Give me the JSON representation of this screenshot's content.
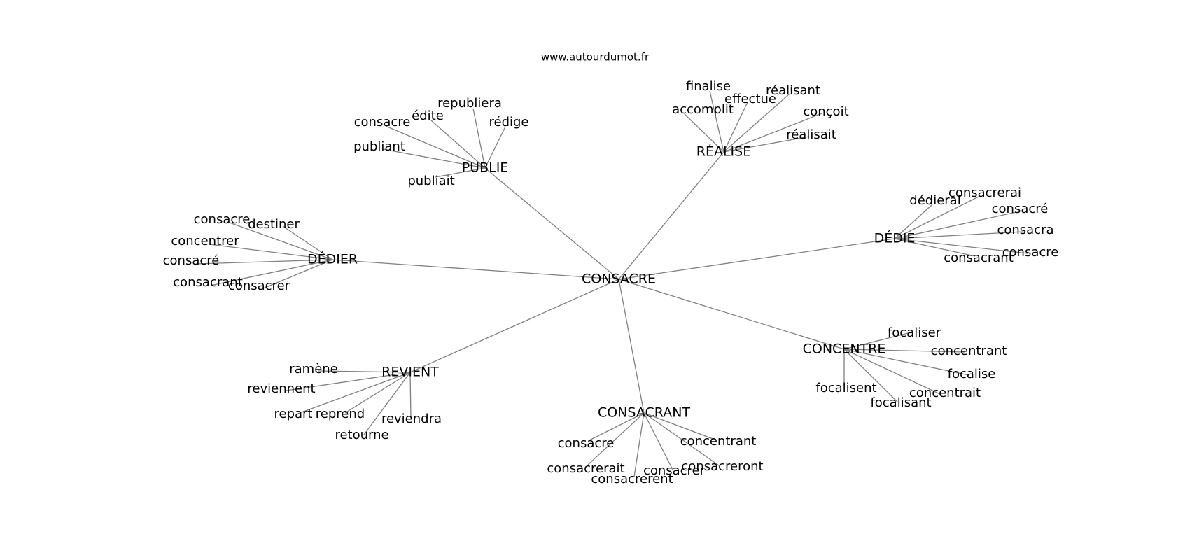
{
  "site_label": "www.autourdumot.fr",
  "colors": {
    "edge": "#808080",
    "text": "#000000",
    "background": "#ffffff"
  },
  "graph": {
    "center": "CONSACRE",
    "clusters": [
      {
        "hub": "PUBLIE",
        "leaves": [
          "republiera",
          "édite",
          "consacre",
          "rédige",
          "publiant",
          "publiait"
        ]
      },
      {
        "hub": "RÉALISE",
        "leaves": [
          "finalise",
          "effectue",
          "réalisant",
          "accomplit",
          "conçoit",
          "réalisait"
        ]
      },
      {
        "hub": "DÉDIER",
        "leaves": [
          "consacre",
          "destiner",
          "concentrer",
          "consacré",
          "consacrant",
          "consacrer"
        ]
      },
      {
        "hub": "DÉDIE",
        "leaves": [
          "consacrerai",
          "dédierai",
          "consacré",
          "consacra",
          "consacre",
          "consacrant"
        ]
      },
      {
        "hub": "REVIENT",
        "leaves": [
          "ramène",
          "reviennent",
          "repart",
          "reprend",
          "reviendra",
          "retourne"
        ]
      },
      {
        "hub": "CONCENTRE",
        "leaves": [
          "focaliser",
          "concentrant",
          "focalise",
          "focalisent",
          "concentrait",
          "focalisant"
        ]
      },
      {
        "hub": "CONSACRANT",
        "leaves": [
          "consacre",
          "concentrant",
          "consacrerait",
          "consacrer",
          "consacreront",
          "consacrerent"
        ]
      }
    ]
  }
}
